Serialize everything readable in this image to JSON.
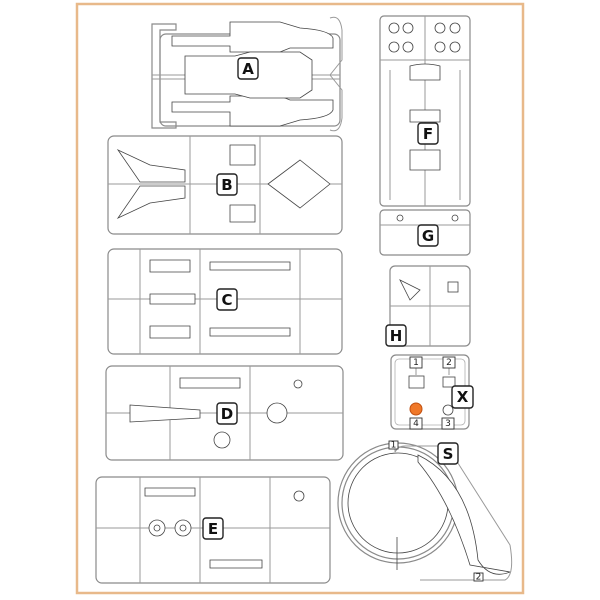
{
  "sheet": {
    "border_color": "#e8b98a",
    "highlight_color": "#f07828",
    "sprues": [
      {
        "id": "A"
      },
      {
        "id": "B"
      },
      {
        "id": "C"
      },
      {
        "id": "D"
      },
      {
        "id": "E"
      },
      {
        "id": "F"
      },
      {
        "id": "G"
      },
      {
        "id": "H"
      },
      {
        "id": "X"
      },
      {
        "id": "S"
      }
    ],
    "x_parts": [
      "1",
      "2",
      "3",
      "4"
    ],
    "s_parts": [
      "1",
      "2"
    ]
  }
}
